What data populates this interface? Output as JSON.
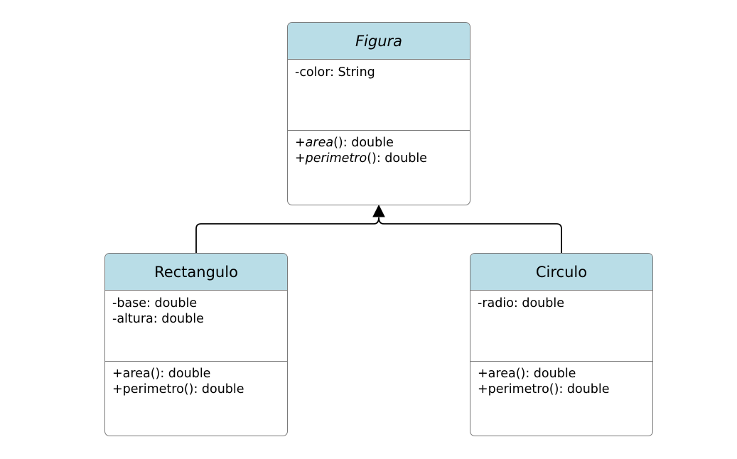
{
  "classes": {
    "figura": {
      "name": "Figura",
      "attributes": [
        "-color: String"
      ],
      "methods": [
        {
          "prefix": "+",
          "name": "area",
          "suffix": "(): double"
        },
        {
          "prefix": "+",
          "name": "perimetro",
          "suffix": "(): double"
        }
      ]
    },
    "rectangulo": {
      "name": "Rectangulo",
      "attributes": [
        "-base: double",
        "-altura: double"
      ],
      "methods": [
        "+area(): double",
        "+perimetro(): double"
      ]
    },
    "circulo": {
      "name": "Circulo",
      "attributes": [
        "-radio: double"
      ],
      "methods": [
        "+area(): double",
        "+perimetro(): double"
      ]
    }
  },
  "colors": {
    "header_fill": "#b9dde7",
    "border": "#7a7a7a",
    "connector": "#000000"
  },
  "relationships": [
    {
      "type": "generalization",
      "from": "rectangulo",
      "to": "figura"
    },
    {
      "type": "generalization",
      "from": "circulo",
      "to": "figura"
    }
  ]
}
